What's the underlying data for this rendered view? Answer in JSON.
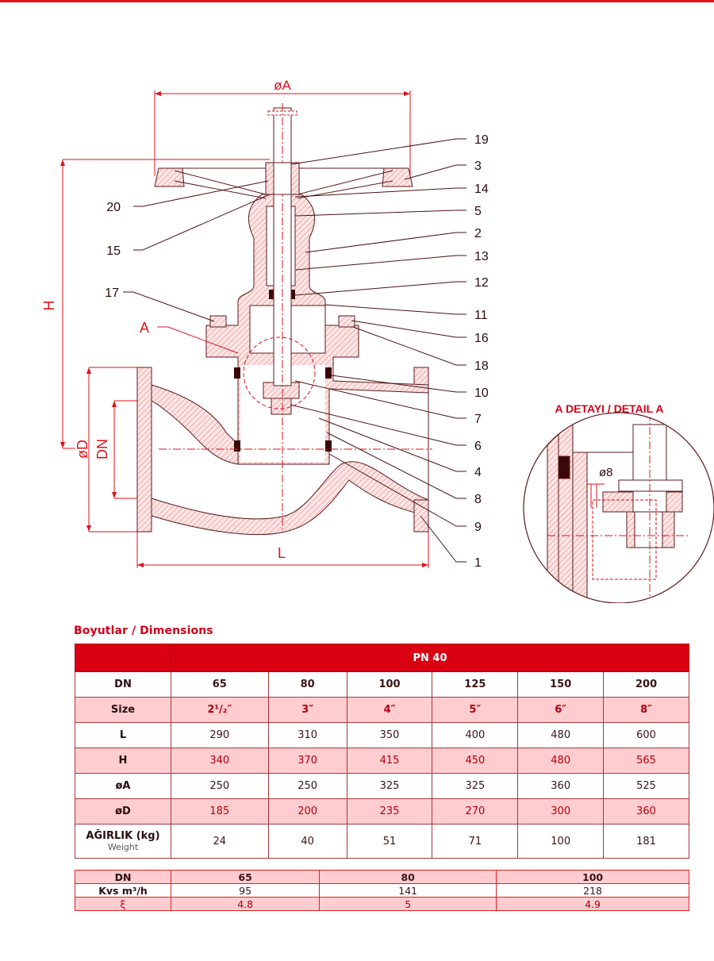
{
  "colors": {
    "accent": "#d90012",
    "pink_row": "#ffcdcf",
    "line": "#e0101a",
    "dark": "#3a1416"
  },
  "drawing": {
    "dim_labels": {
      "phi_a": "øA",
      "h": "H",
      "phi_d": "øD",
      "dn": "DN",
      "l": "L",
      "a": "A"
    },
    "part_numbers_right": [
      "19",
      "3",
      "14",
      "5",
      "2",
      "13",
      "12",
      "11",
      "16",
      "18",
      "10",
      "7",
      "6",
      "4",
      "8",
      "9",
      "1"
    ],
    "part_numbers_left": [
      "20",
      "15",
      "17"
    ],
    "detail_title": "A DETAYI / DETAIL A",
    "detail_dim": "ø8"
  },
  "dimensions": {
    "title": "Boyutlar / Dimensions",
    "pressure_class": "PN 40",
    "rows": [
      {
        "label": "DN",
        "values": [
          "65",
          "80",
          "100",
          "125",
          "150",
          "200"
        ]
      },
      {
        "label": "Size",
        "values": [
          "2¹/₂″",
          "3″",
          "4″",
          "5″",
          "6″",
          "8″"
        ]
      },
      {
        "label": "L",
        "values": [
          "290",
          "310",
          "350",
          "400",
          "480",
          "600"
        ]
      },
      {
        "label": "H",
        "values": [
          "340",
          "370",
          "415",
          "450",
          "480",
          "565"
        ]
      },
      {
        "label": "øA",
        "values": [
          "250",
          "250",
          "325",
          "325",
          "360",
          "525"
        ]
      },
      {
        "label": "øD",
        "values": [
          "185",
          "200",
          "235",
          "270",
          "300",
          "360"
        ]
      },
      {
        "label": "AĞIRLIK (kg)",
        "sublabel": "Weight",
        "values": [
          "24",
          "40",
          "51",
          "71",
          "100",
          "181"
        ]
      }
    ]
  },
  "flow": {
    "rows": [
      {
        "label": "DN",
        "values": [
          "65",
          "80",
          "100"
        ]
      },
      {
        "label": "Kvs m³/h",
        "values": [
          "95",
          "141",
          "218"
        ]
      },
      {
        "label": "ξ",
        "values": [
          "4.8",
          "5",
          "4.9"
        ]
      }
    ]
  }
}
